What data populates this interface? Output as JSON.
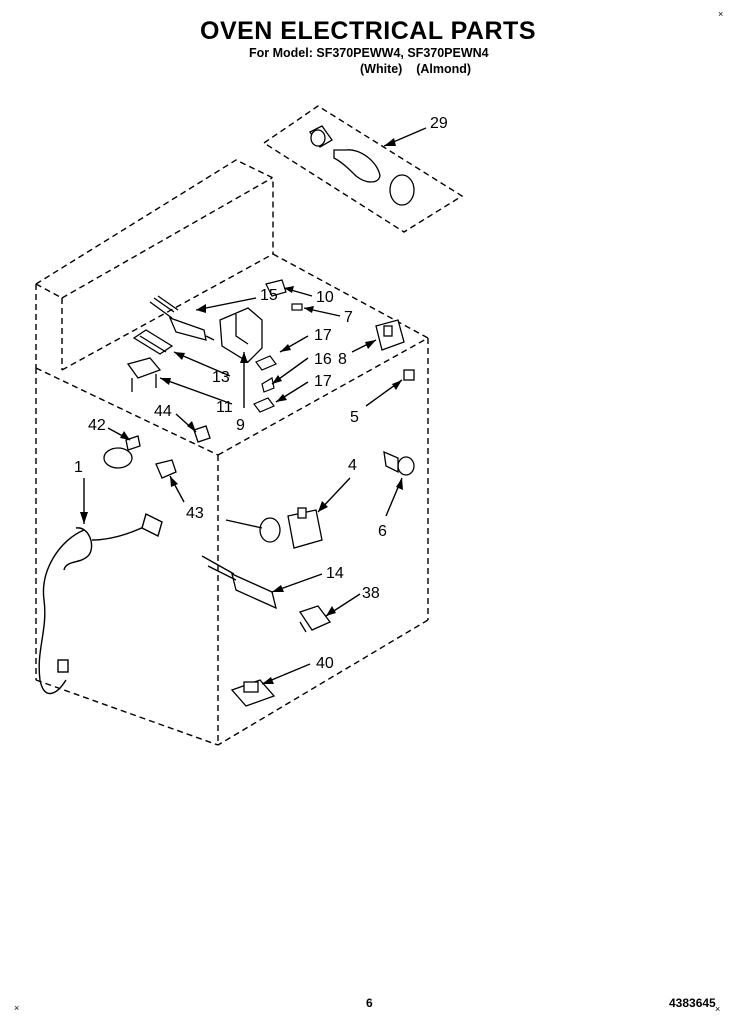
{
  "header": {
    "title": "OVEN ELECTRICAL PARTS",
    "model_line": "For Model: SF370PEWW4, SF370PEWN4",
    "variants": "(White)    (Almond)"
  },
  "callouts": [
    "29",
    "15",
    "10",
    "7",
    "17",
    "16",
    "17",
    "8",
    "13",
    "11",
    "9",
    "5",
    "44",
    "42",
    "1",
    "43",
    "4",
    "6",
    "14",
    "38",
    "40"
  ],
  "footer": {
    "page_number": "6",
    "doc_number": "4383645"
  },
  "marks": {
    "corner": "×"
  }
}
